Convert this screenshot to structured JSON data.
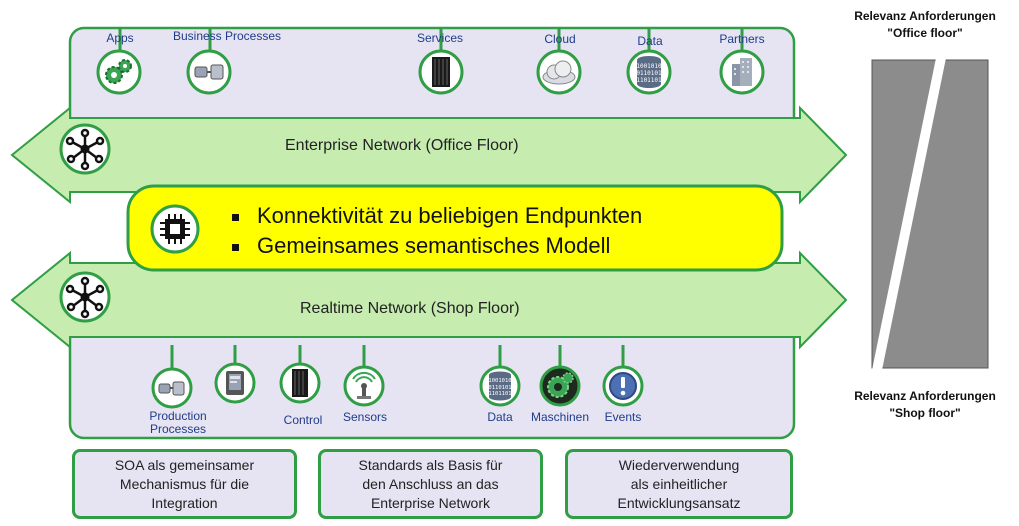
{
  "top_icons": [
    {
      "label": "Apps",
      "icon": "gears-icon"
    },
    {
      "label": "Business Processes",
      "icon": "process-icon"
    },
    {
      "label": "Services",
      "icon": "server-icon"
    },
    {
      "label": "Cloud",
      "icon": "cloud-icon"
    },
    {
      "label": "Data",
      "icon": "binary-data-icon"
    },
    {
      "label": "Partners",
      "icon": "building-icon"
    }
  ],
  "enterprise_network": {
    "title": "Enterprise Network  (Office Floor)",
    "icon": "network-hub-icon"
  },
  "center_box": {
    "icon": "chip-icon",
    "bullets": [
      "Konnektivität zu beliebigen Endpunkten",
      "Gemeinsames semantisches Modell"
    ]
  },
  "realtime_network": {
    "title": "Realtime Network (Shop Floor)",
    "icon": "network-hub-icon"
  },
  "bottom_icons": [
    {
      "label": "Production\nProcesses",
      "icon": "process-icon"
    },
    {
      "label": "",
      "icon": "tablet-icon"
    },
    {
      "label": "Control",
      "icon": "server-icon"
    },
    {
      "label": "Sensors",
      "icon": "sensor-icon"
    },
    {
      "label": "Data",
      "icon": "binary-data-icon"
    },
    {
      "label": "Maschinen",
      "icon": "gears-icon"
    },
    {
      "label": "Events",
      "icon": "alert-icon"
    }
  ],
  "bottom_boxes": [
    {
      "text": "SOA als gemeinsamer\nMechanismus für die\nIntegration"
    },
    {
      "text": "Standards als Basis für\nden Anschluss an das\nEnterprise Network"
    },
    {
      "text": "Wiederverwendung\nals einheitlicher\nEntwicklungsansatz"
    }
  ],
  "relevance": {
    "top_line1": "Relevanz Anforderungen",
    "top_line2": "\"Office floor\"",
    "bottom_line1": "Relevanz Anforderungen",
    "bottom_line2": "\"Shop floor\""
  },
  "colors": {
    "green": "#2f9e44",
    "light_green": "#c6ecb0",
    "purple_bg": "#e6e3f2",
    "yellow": "#ffff00",
    "gray": "#8c8c8c"
  }
}
